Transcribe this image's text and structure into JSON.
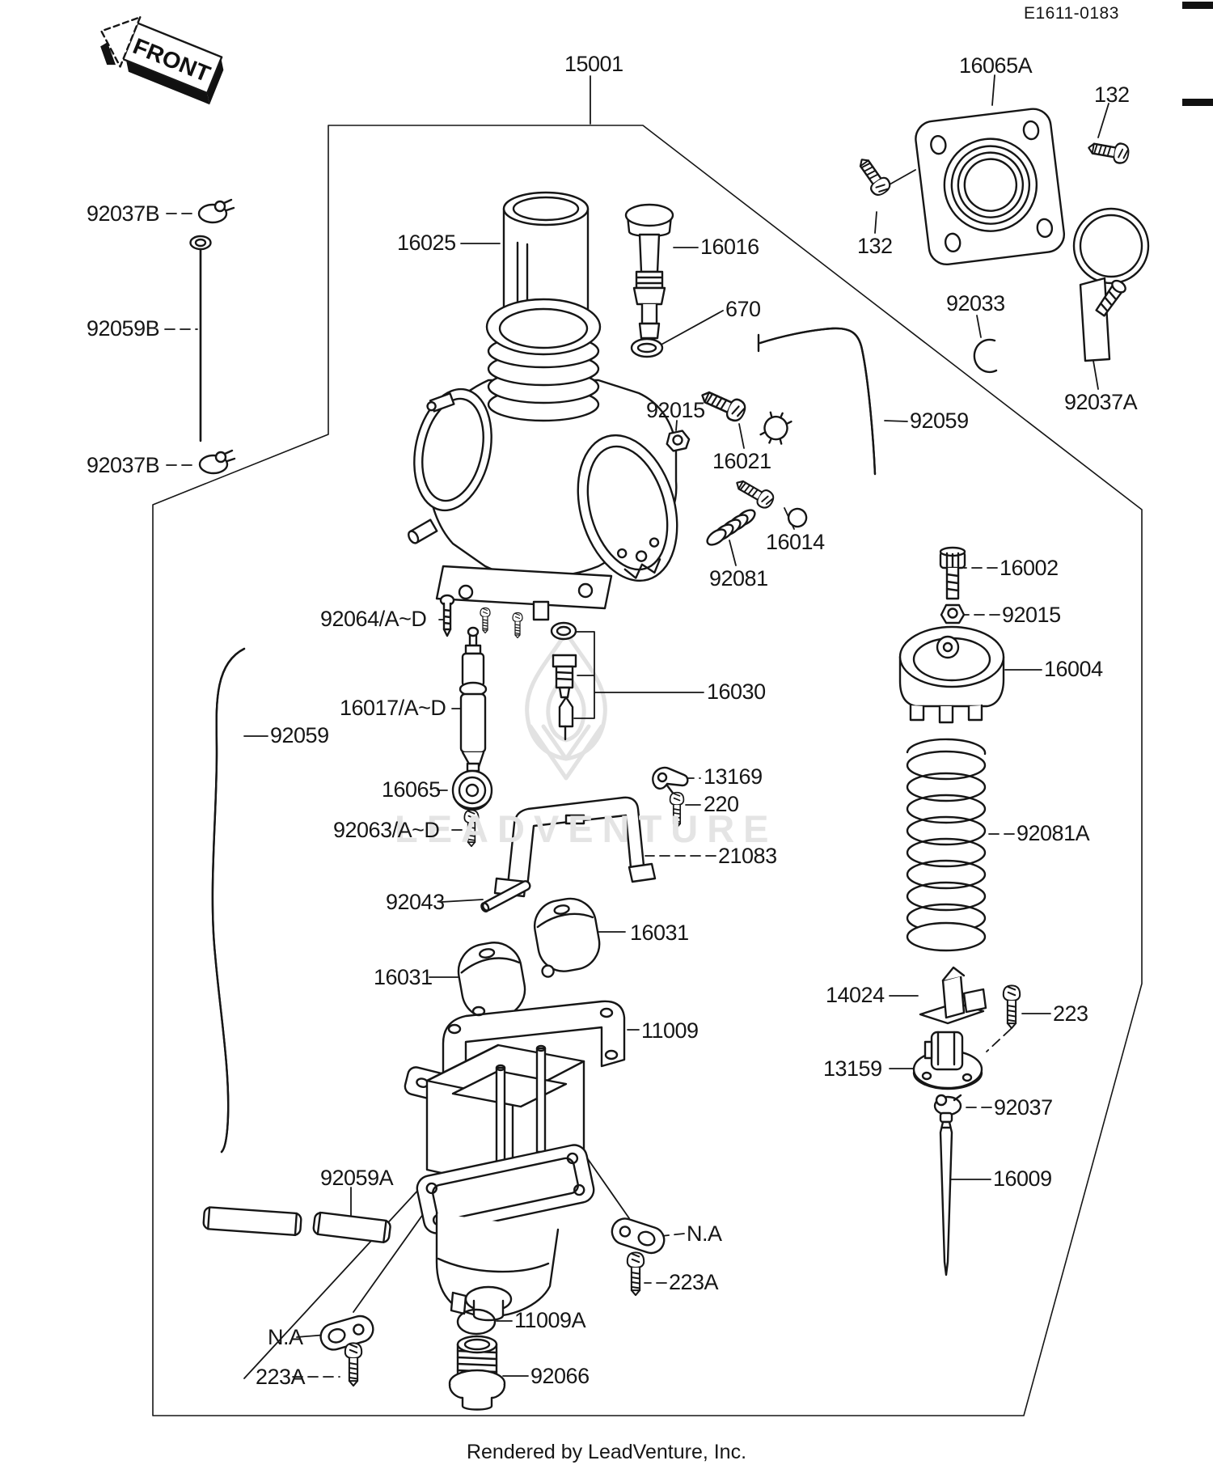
{
  "header": {
    "code": "E1611-0183"
  },
  "front_marker": {
    "label": "FRONT"
  },
  "watermark": {
    "text": "LEADVENTURE"
  },
  "footer": {
    "credit": "Rendered by LeadVenture, Inc."
  },
  "parts": {
    "assembly": "15001",
    "holder_16065a": "16065A",
    "bolt_132_right": "132",
    "bolt_132_left": "132",
    "clamp_92037b_top": "92037B",
    "tube_92059b": "92059B",
    "clamp_92037b_bottom": "92037B",
    "slide_16025": "16025",
    "starter_16016": "16016",
    "circlip_92033": "92033",
    "clamp_92037a": "92037A",
    "oring_670": "670",
    "nut_92015_center": "92015",
    "hose_92059_right": "92059",
    "screw_16021": "16021",
    "screw_16014": "16014",
    "spring_92081": "92081",
    "bolt_16002": "16002",
    "nut_92015_right": "92015",
    "cap_16004": "16004",
    "screw_92064": "92064/A~D",
    "jet_16030": "16030",
    "needle_jet_16017": "16017/A~D",
    "hose_92059_left": "92059",
    "clip_13169": "13169",
    "bearing_16065": "16065",
    "screw_220": "220",
    "screw_92063": "92063/A~D",
    "spring_92081a": "92081A",
    "bracket_21083": "21083",
    "pin_92043": "92043",
    "float_16031_right": "16031",
    "float_16031_left": "16031",
    "guide_14024": "14024",
    "screw_223": "223",
    "gasket_11009": "11009",
    "valve_13159": "13159",
    "clip_92037": "92037",
    "hose_92059a": "92059A",
    "needle_16009": "16009",
    "bracket_na_right": "N.A",
    "screw_223a_right": "223A",
    "oring_11009a": "11009A",
    "bracket_na_left": "N.A",
    "screw_223a_left": "223A",
    "plug_92066": "92066"
  }
}
